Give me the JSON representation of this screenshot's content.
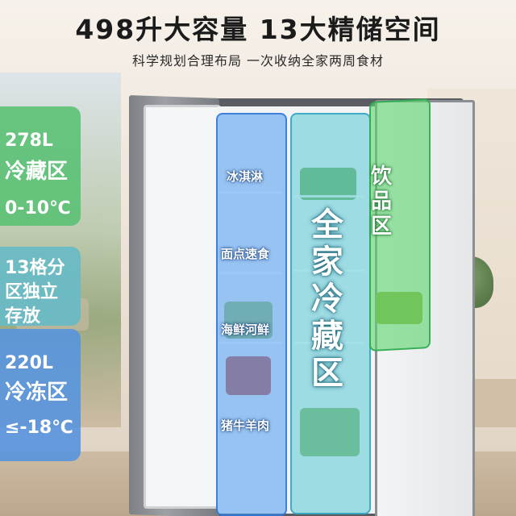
{
  "headline": "498升大容量 13大精储空间",
  "subtitle": "科学规划合理布局 一次收纳全家两周食材",
  "left_panels": {
    "chill": {
      "capacity": "278L",
      "name": "冷藏区",
      "temp": "0-10℃"
    },
    "multi": {
      "line1": "13格分",
      "line2": "区独立",
      "line3": "存放"
    },
    "freeze": {
      "capacity": "220L",
      "name": "冷冻区",
      "temp": "≤-18℃"
    }
  },
  "zones": {
    "freeze_tags": [
      "冰淇淋",
      "面点速食",
      "海鲜河鲜",
      "猪牛羊肉"
    ],
    "chill_label": [
      "全",
      "家",
      "冷",
      "藏",
      "区"
    ],
    "drink_label": [
      "饮",
      "品",
      "区"
    ]
  },
  "colors": {
    "chill_green": "#5bc174",
    "multi_teal": "#66bac8",
    "freeze_blue": "#5895de",
    "freeze_zone": "#4d9bf0",
    "chill_zone": "#59c9d6",
    "drink_zone": "#5dd570"
  }
}
